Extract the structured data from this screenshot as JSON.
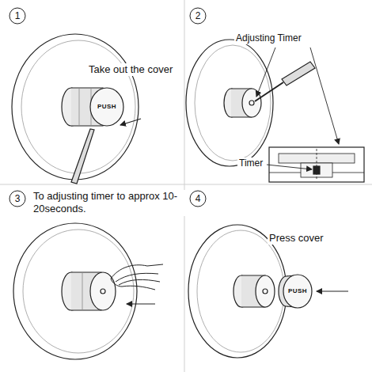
{
  "diagram": {
    "nodes": [
      {
        "text": [
          "1"
        ]
      },
      {
        "text": [
          "2"
        ]
      },
      {
        "text": [
          "3"
        ]
      },
      {
        "text": [
          "4"
        ]
      }
    ],
    "labels": [
      "Take out the cover",
      "PUSH",
      "Adjusting Timer",
      "Timer",
      "To adjusting timer to approx 10-20seconds.",
      "PUSH",
      "Press cover"
    ]
  }
}
